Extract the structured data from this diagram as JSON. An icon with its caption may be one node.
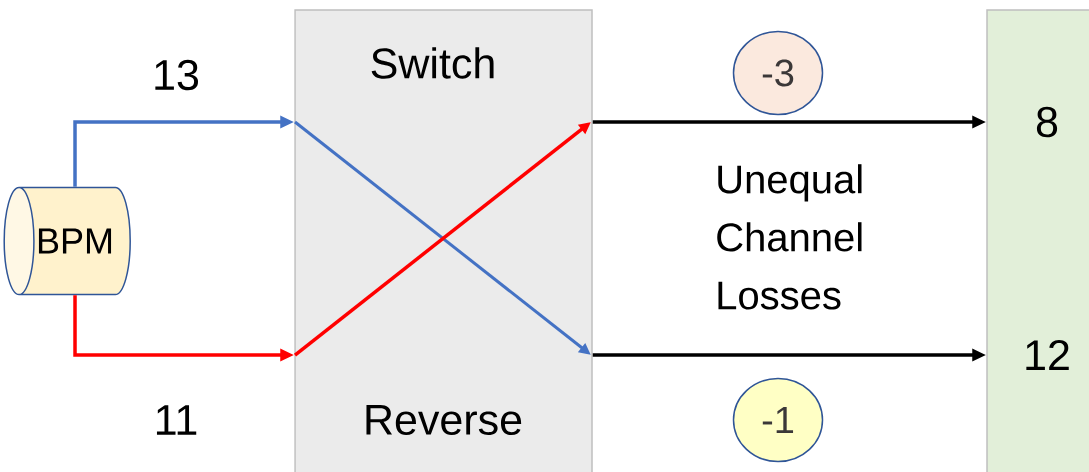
{
  "diagram": {
    "nodes": [
      {
        "text": [
          "BPM"
        ]
      },
      {
        "text": [
          "Switch",
          "Reverse"
        ]
      },
      {
        "text": [
          "8",
          "12"
        ]
      },
      {
        "text": [
          "-3"
        ]
      },
      {
        "text": [
          "-1"
        ]
      }
    ],
    "edges": [
      {
        "from": 0,
        "to": 1,
        "arrow": "to",
        "label": "13",
        "color": "#4472c4"
      },
      {
        "from": 0,
        "to": 1,
        "arrow": "to",
        "label": "11",
        "color": "#ff0000"
      },
      {
        "from": 1,
        "to": 2,
        "arrow": "to"
      },
      {
        "from": 1,
        "to": 2,
        "arrow": "to"
      }
    ],
    "labels": [
      "Unequal Channel Losses"
    ]
  }
}
